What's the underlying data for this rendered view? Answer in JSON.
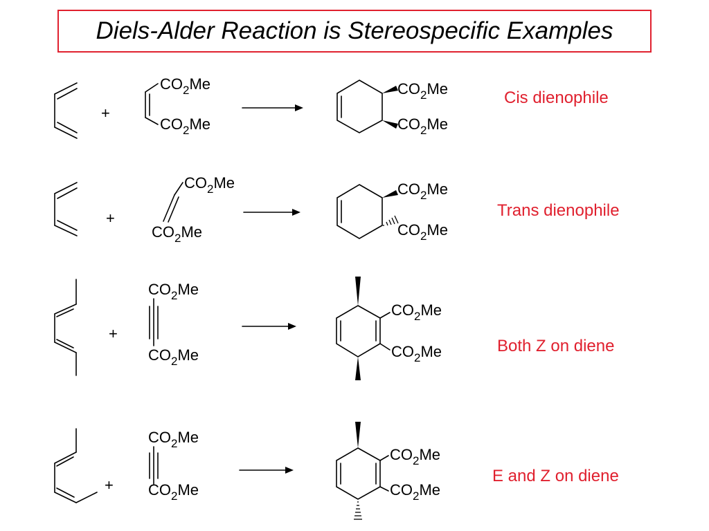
{
  "title": "Diels-Alder Reaction is Stereospecific Examples",
  "group": {
    "main": "CO",
    "sub": "2",
    "suffix": "Me"
  },
  "plus": "+",
  "rows": [
    {
      "label": "Cis dienophile"
    },
    {
      "label": "Trans dienophile"
    },
    {
      "label": "Both Z on diene"
    },
    {
      "label": "E and Z on diene"
    }
  ],
  "colors": {
    "accent": "#e0202e",
    "ink": "#000000"
  }
}
